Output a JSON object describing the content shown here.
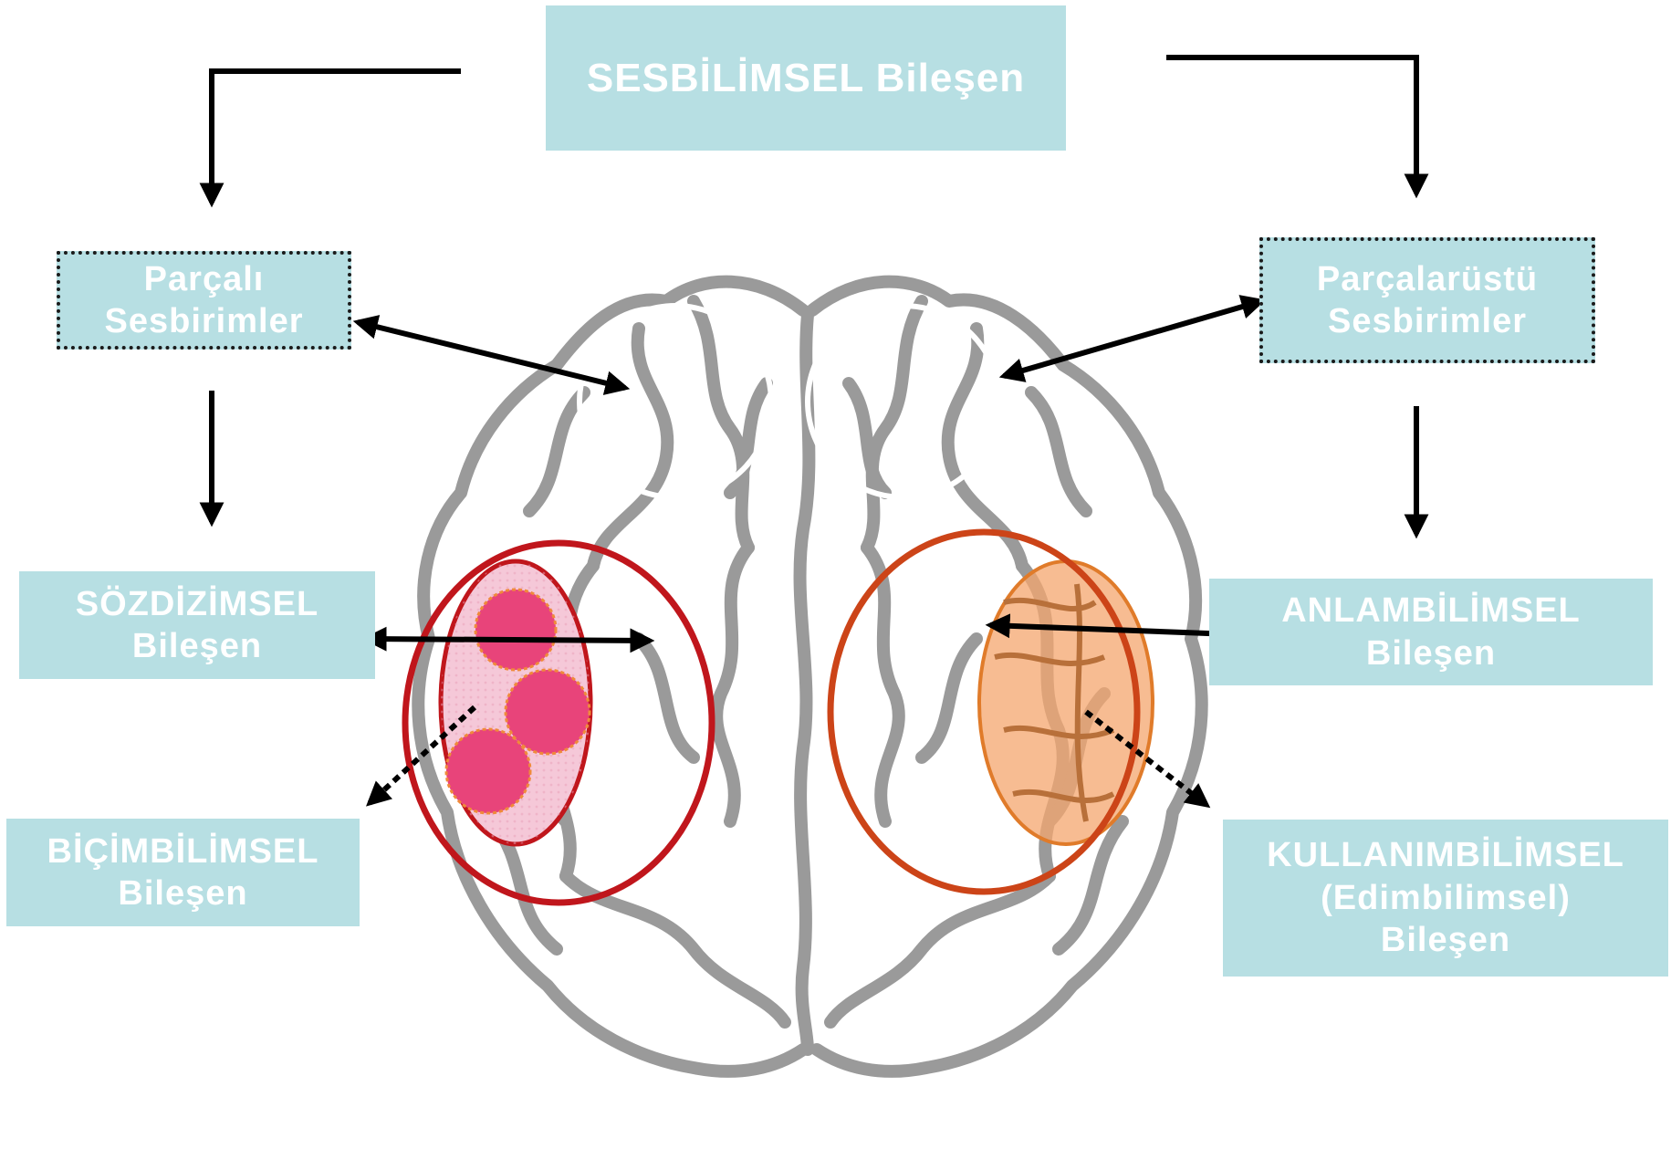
{
  "colors": {
    "box_fill": "#b7dfe3",
    "box_text": "#ffffff",
    "brain_outline": "#9a9a9a",
    "left_circle": "#c0161c",
    "right_circle": "#cc4418",
    "left_region_fill": "#e8447a",
    "right_region_fill": "#f4a56e",
    "arrow": "#000000"
  },
  "nodes": {
    "top": {
      "title": "SESBİLİMSEL Bileşen"
    },
    "segmental": {
      "line1": "Parçalı",
      "line2": "Sesbirimler"
    },
    "suprasegmental": {
      "line1": "Parçalarüstü",
      "line2": "Sesbirimler"
    },
    "syntactic": {
      "line1": "SÖZDİZİMSEL",
      "line2": "Bileşen"
    },
    "semantic": {
      "line1": "ANLAMBİLİMSEL",
      "line2": "Bileşen"
    },
    "morphological": {
      "line1": "BİÇİMBİLİMSEL",
      "line2": "Bileşen"
    },
    "pragmatic": {
      "line1": "KULLANIMBİLİMSEL",
      "line2": "(Edimbilimsel)",
      "line3": "Bileşen"
    }
  }
}
